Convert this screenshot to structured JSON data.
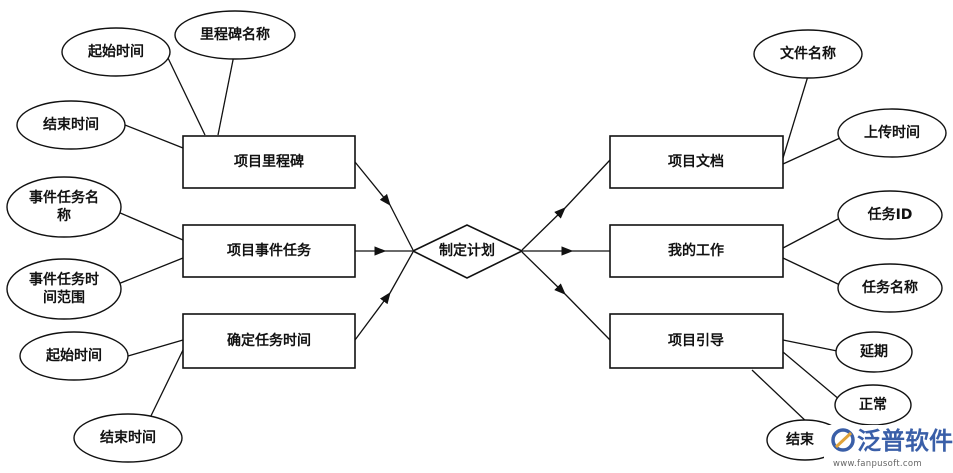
{
  "center": {
    "label": "制定计划"
  },
  "left_boxes": {
    "milestone": "项目里程碑",
    "event_task": "项目事件任务",
    "confirm_time": "确定任务时间"
  },
  "right_boxes": {
    "document": "项目文档",
    "my_work": "我的工作",
    "guide": "项目引导"
  },
  "attributes": {
    "milestone_start": "起始时间",
    "milestone_name": "里程碑名称",
    "milestone_end": "结束时间",
    "event_name_1": "事件任务名",
    "event_name_2": "称",
    "event_range_1": "事件任务时",
    "event_range_2": "间范围",
    "confirm_start": "起始时间",
    "confirm_end": "结束时间",
    "doc_name": "文件名称",
    "doc_upload": "上传时间",
    "task_id": "任务ID",
    "task_name": "任务名称",
    "guide_delay": "延期",
    "guide_normal": "正常",
    "guide_end": "结束"
  },
  "watermark": {
    "brand": "泛普软件",
    "url": "www.fanpusoft.com",
    "accent_color": "#3a5fa8"
  }
}
